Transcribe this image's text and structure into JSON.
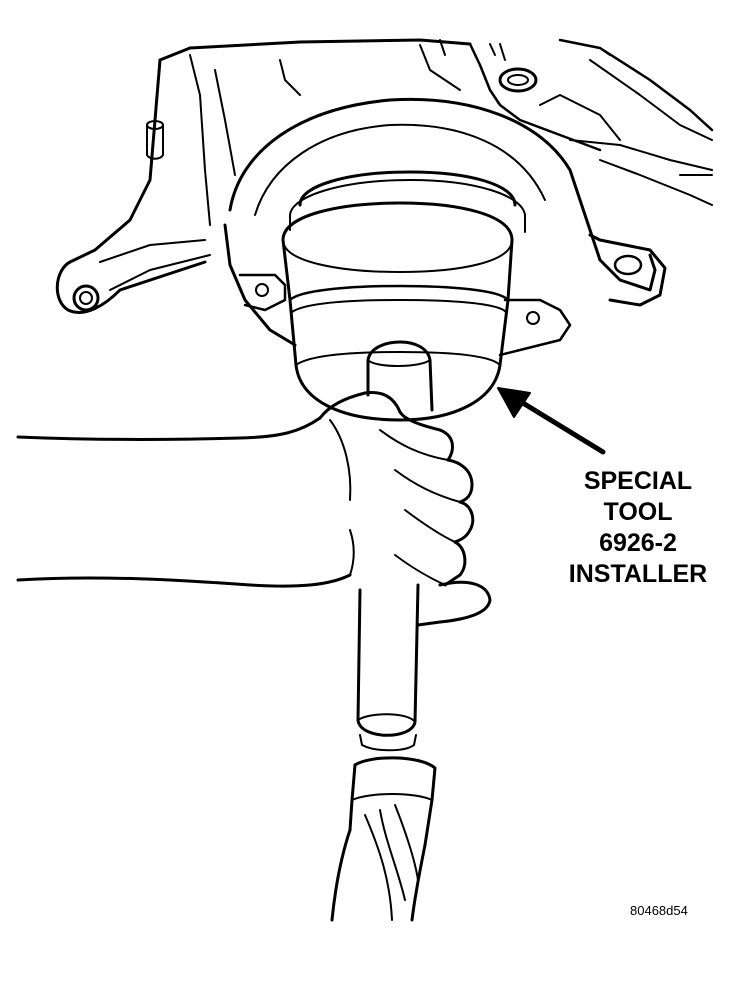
{
  "callout": {
    "lines": [
      "SPECIAL",
      "TOOL",
      "6926-2",
      "INSTALLER"
    ]
  },
  "figure_id": "80468d54",
  "colors": {
    "ink": "#000000",
    "paper": "#ffffff"
  }
}
